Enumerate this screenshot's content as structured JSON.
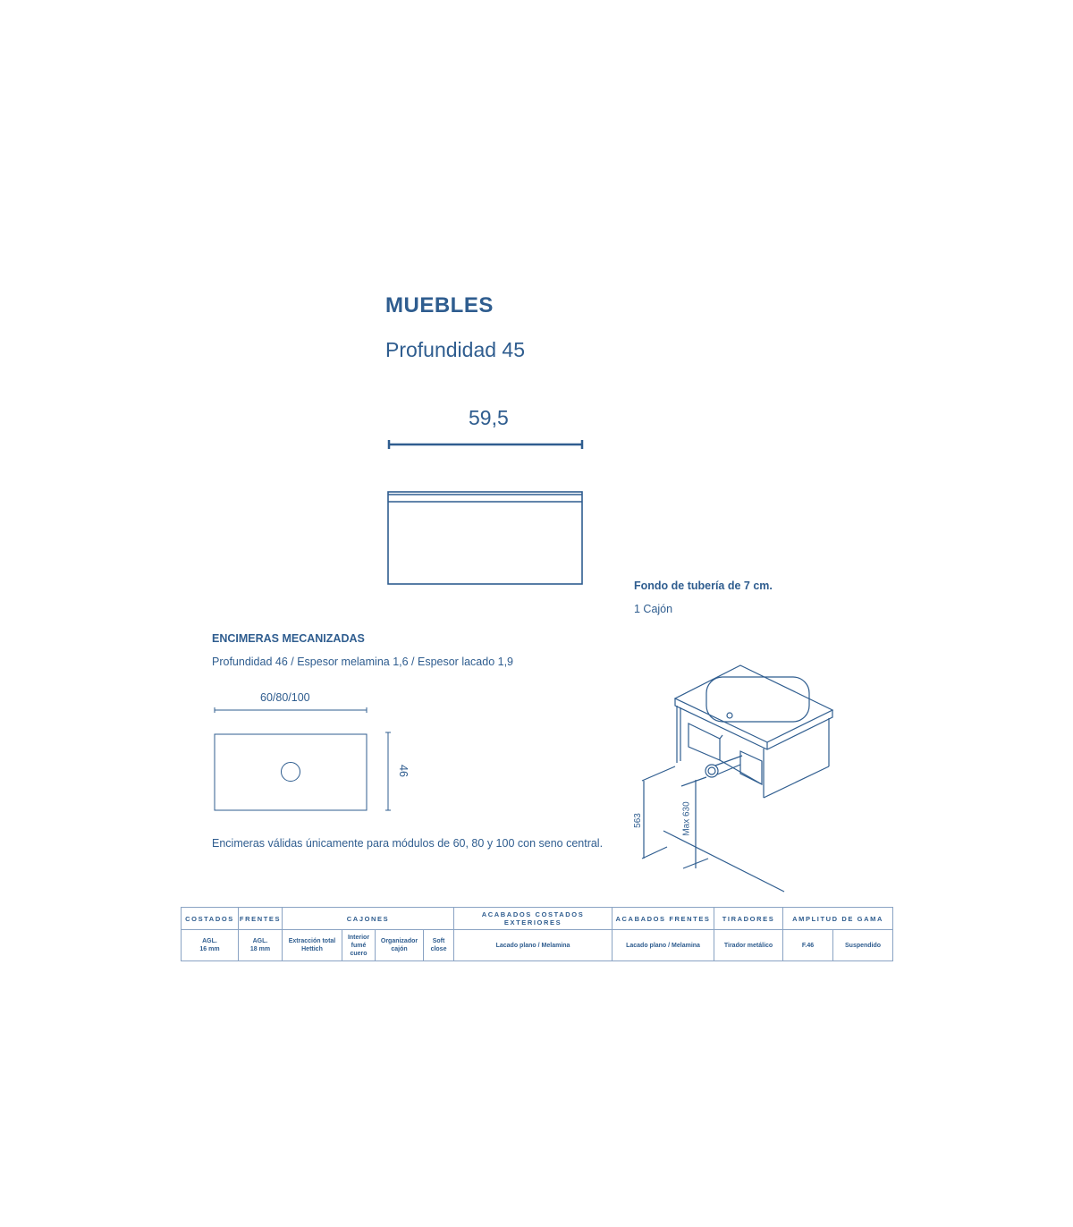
{
  "title": "MUEBLES",
  "subtitle": "Profundidad 45",
  "width_label": "59,5",
  "fondo": "Fondo de tubería de 7 cm.",
  "cajon": "1 Cajón",
  "encimeras": {
    "title": "ENCIMERAS MECANIZADAS",
    "subtitle": "Profundidad 46 / Espesor melamina 1,6 / Espesor lacado 1,9",
    "width": "60/80/100",
    "depth": "46",
    "note": "Encimeras válidas únicamente para módulos de 60, 80 y 100 con seno central."
  },
  "iso": {
    "h1": "563",
    "h2": "Max 630"
  },
  "table": {
    "headers": [
      "COSTADOS",
      "FRENTES",
      "CAJONES",
      "ACABADOS COSTADOS EXTERIORES",
      "ACABADOS FRENTES",
      "TIRADORES",
      "AMPLITUD DE GAMA"
    ],
    "cells": [
      "AGL.\n16 mm",
      "AGL.\n18 mm",
      "Extracción total\nHettich",
      "Interior\nfumé\ncuero",
      "Organizador\ncajón",
      "Soft\nclose",
      "Lacado plano / Melamina",
      "Lacado plano / Melamina",
      "Tirador metálico",
      "F.46",
      "Suspendido"
    ]
  },
  "colors": {
    "primary": "#2f5d8f"
  }
}
